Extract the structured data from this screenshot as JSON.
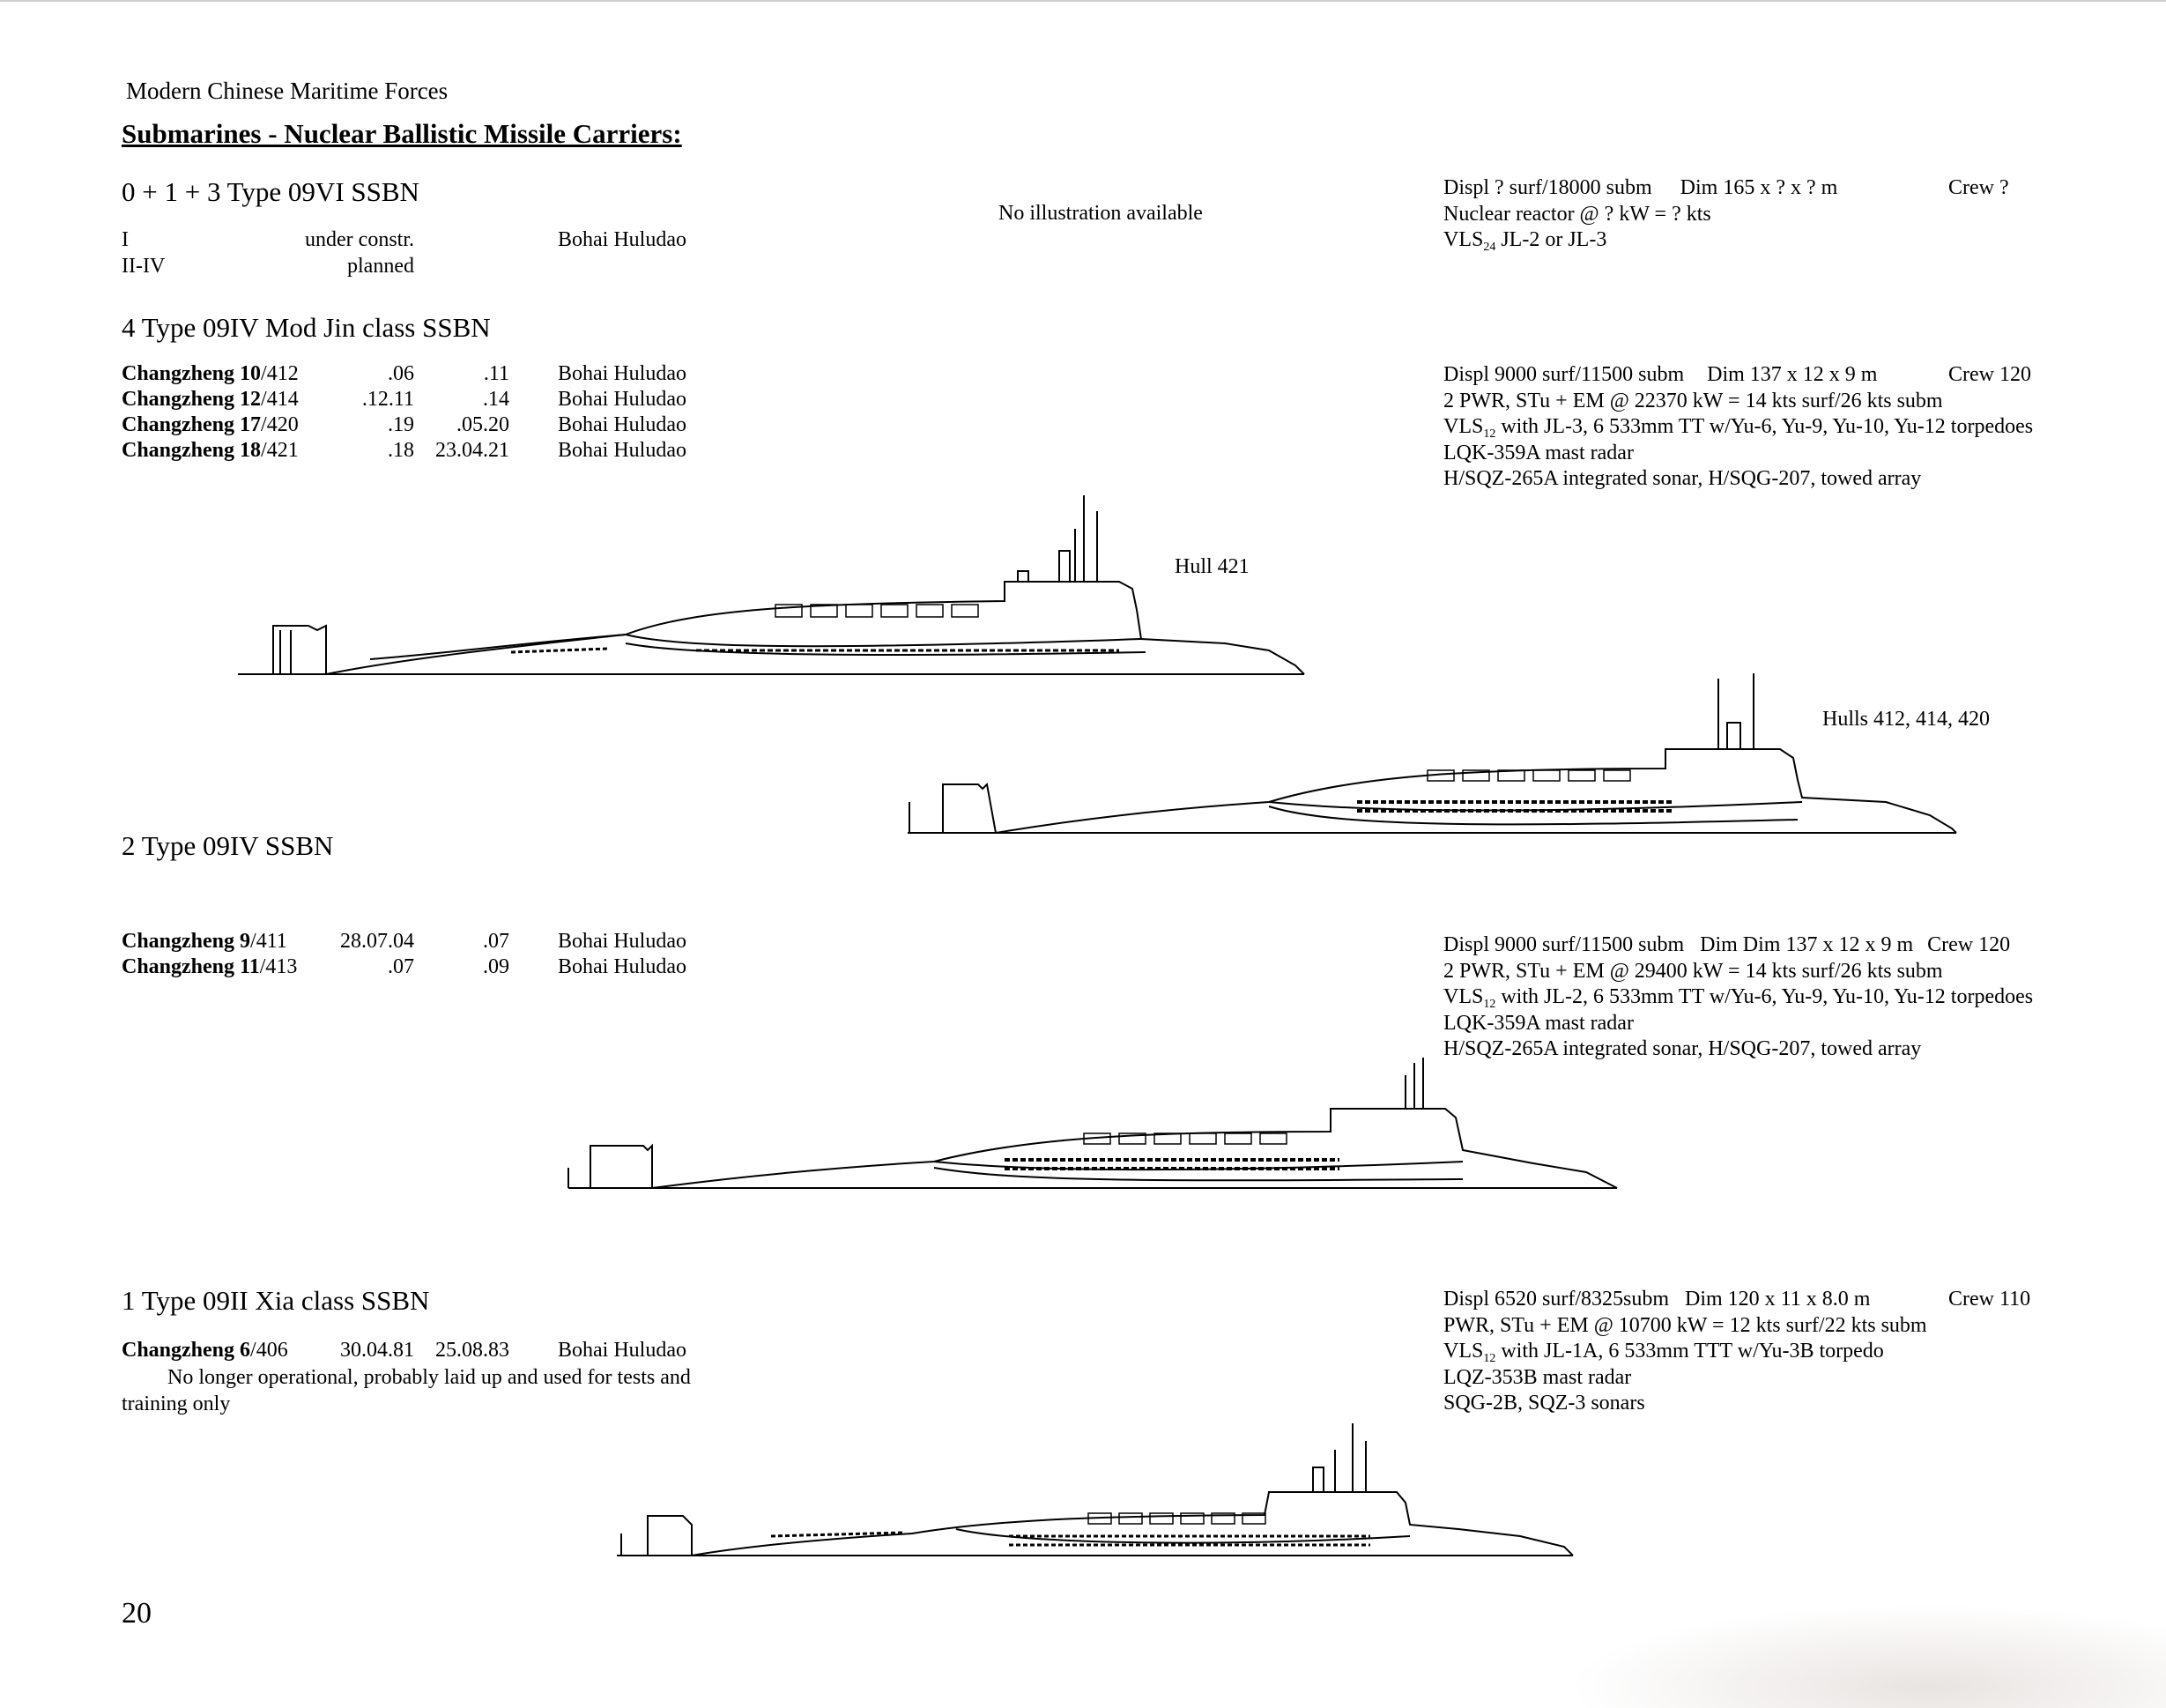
{
  "header": "Modern Chinese Maritime Forces",
  "page_title": "Submarines - Nuclear Ballistic Missile Carriers:",
  "page_number": "20",
  "sections": [
    {
      "heading": "0 + 1 + 3 Type 09VI SSBN",
      "note": "No illustration available",
      "rows": [
        {
          "name": "I",
          "c1": "",
          "c2": "under constr.",
          "place": "Bohai Huludao"
        },
        {
          "name": "II-IV",
          "c1": "",
          "c2": "planned",
          "place": ""
        }
      ],
      "spec": {
        "line1": "Displ ? surf/18000 subm",
        "dim": "Dim 165 x ? x ? m",
        "crew": "Crew ?",
        "line2": "Nuclear reactor @ ? kW = ? kts",
        "vls": "VLS",
        "vls_sub": "24",
        "vls_rest": " JL-2 or JL-3"
      }
    },
    {
      "heading": "4 Type 09IV Mod Jin class SSBN",
      "rows": [
        {
          "name_bold": "Changzheng 10",
          "name_rest": "/412",
          "c1": ".06",
          "c2": ".11",
          "place": "Bohai Huludao"
        },
        {
          "name_bold": "Changzheng 12",
          "name_rest": "/414",
          "c1": ".12.11",
          "c2": ".14",
          "place": "Bohai Huludao"
        },
        {
          "name_bold": "Changzheng 17",
          "name_rest": "/420",
          "c1": ".19",
          "c2": ".05.20",
          "place": "Bohai Huludao"
        },
        {
          "name_bold": "Changzheng 18",
          "name_rest": "/421",
          "c1": ".18",
          "c2": "23.04.21",
          "place": "Bohai Huludao"
        }
      ],
      "spec": {
        "line1": "Displ 9000 surf/11500 subm",
        "dim": "Dim 137 x 12 x 9 m",
        "crew": "Crew 120",
        "line2": "2 PWR, STu + EM @ 22370 kW = 14 kts surf/26 kts subm",
        "vls": "VLS",
        "vls_sub": "12",
        "vls_rest": " with JL-3, 6 533mm TT w/Yu-6, Yu-9, Yu-10, Yu-12 torpedoes",
        "line4": "LQK-359A mast radar",
        "line5": "H/SQZ-265A integrated sonar, H/SQG-207, towed array"
      },
      "caption_a": "Hull 421",
      "caption_b": "Hulls 412, 414, 420"
    },
    {
      "heading": "2 Type 09IV SSBN",
      "rows": [
        {
          "name_bold": "Changzheng 9",
          "name_rest": "/411",
          "c1": "28.07.04",
          "c2": ".07",
          "place": "Bohai Huludao"
        },
        {
          "name_bold": "Changzheng 11",
          "name_rest": "/413",
          "c1": ".07",
          "c2": ".09",
          "place": "Bohai Huludao"
        }
      ],
      "spec": {
        "line1": "Displ 9000 surf/11500 subm",
        "dim": "Dim Dim 137 x 12 x 9 m",
        "crew": "Crew 120",
        "line2": "2 PWR, STu + EM @ 29400 kW = 14 kts surf/26 kts subm",
        "vls": "VLS",
        "vls_sub": "12",
        "vls_rest": " with JL-2, 6 533mm TT w/Yu-6, Yu-9, Yu-10, Yu-12 torpedoes",
        "line4": "LQK-359A mast radar",
        "line5": "H/SQZ-265A integrated sonar, H/SQG-207, towed array"
      }
    },
    {
      "heading": "1 Type 09II Xia class SSBN",
      "rows": [
        {
          "name_bold": "Changzheng 6",
          "name_rest": "/406",
          "c1": "30.04.81",
          "c2": "25.08.83",
          "place": "Bohai Huludao"
        }
      ],
      "note": "No longer operational, probably laid up and used for tests and training only",
      "spec": {
        "line1": "Displ 6520 surf/8325subm",
        "dim": "Dim 120 x 11 x 8.0 m",
        "crew": "Crew 110",
        "line2": "PWR, STu + EM @ 10700 kW = 12 kts surf/22 kts subm",
        "vls": "VLS",
        "vls_sub": "12",
        "vls_rest": " with JL-1A, 6 533mm TTT w/Yu-3B torpedo",
        "line4": "LQZ-353B mast radar",
        "line5": "SQG-2B, SQZ-3 sonars"
      }
    }
  ]
}
